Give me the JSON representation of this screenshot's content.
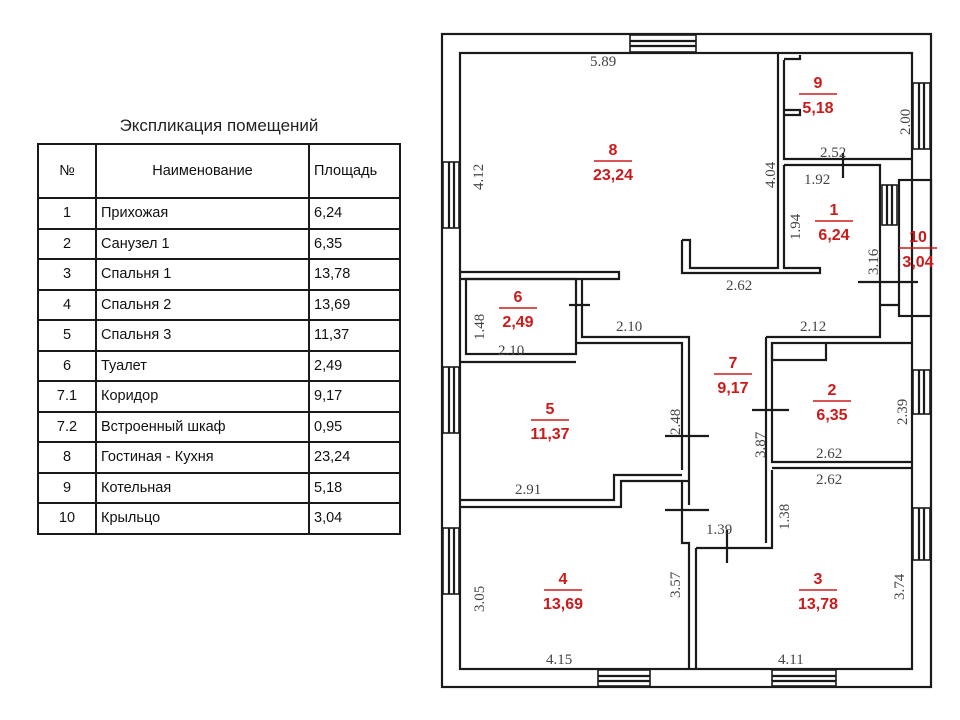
{
  "explication": {
    "title": "Экспликация помещений",
    "headers": {
      "num": "№",
      "name": "Наименование",
      "area": "Площадь"
    },
    "rows": [
      {
        "num": "1",
        "name": "Прихожая",
        "area": "6,24"
      },
      {
        "num": "2",
        "name": "Санузел 1",
        "area": "6,35"
      },
      {
        "num": "3",
        "name": "Спальня 1",
        "area": "13,78"
      },
      {
        "num": "4",
        "name": "Спальня 2",
        "area": "13,69"
      },
      {
        "num": "5",
        "name": "Спальня 3",
        "area": "11,37"
      },
      {
        "num": "6",
        "name": "Туалет",
        "area": "2,49"
      },
      {
        "num": "7.1",
        "name": "Коридор",
        "area": "9,17"
      },
      {
        "num": "7.2",
        "name": "Встроенный шкаф",
        "area": "0,95"
      },
      {
        "num": "8",
        "name": "Гостиная - Кухня",
        "area": "23,24"
      },
      {
        "num": "9",
        "name": "Котельная",
        "area": "5,18"
      },
      {
        "num": "10",
        "name": "Крыльцо",
        "area": "3,04"
      }
    ]
  },
  "plan": {
    "label_color": "#cc1a1a",
    "rooms": [
      {
        "id": "8",
        "area": "23,24"
      },
      {
        "id": "9",
        "area": "5,18"
      },
      {
        "id": "1",
        "area": "6,24"
      },
      {
        "id": "10",
        "area": "3,04"
      },
      {
        "id": "6",
        "area": "2,49"
      },
      {
        "id": "7",
        "area": "9,17"
      },
      {
        "id": "5",
        "area": "11,37"
      },
      {
        "id": "2",
        "area": "6,35"
      },
      {
        "id": "4",
        "area": "13,69"
      },
      {
        "id": "3",
        "area": "13,78"
      }
    ],
    "dimensions": {
      "d589": "5.89",
      "d412": "4.12",
      "d404": "4.04",
      "d252": "2.52",
      "d200": "2.00",
      "d192": "1.92",
      "d194": "1.94",
      "d316": "3.16",
      "d262a": "2.62",
      "d148": "1.48",
      "d210a": "2.10",
      "d210b": "2.10",
      "d212": "2.12",
      "d248": "2.48",
      "d387": "3.87",
      "d239": "2.39",
      "d262b": "2.62",
      "d262c": "2.62",
      "d291": "2.91",
      "d139": "1.39",
      "d138": "1.38",
      "d305": "3.05",
      "d357": "3.57",
      "d374": "3.74",
      "d415": "4.15",
      "d411": "4.11"
    }
  }
}
